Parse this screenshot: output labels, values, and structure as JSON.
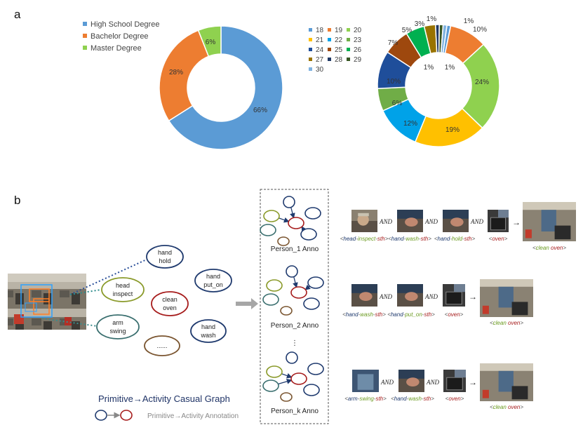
{
  "panel_a": {
    "letter": "a"
  },
  "panel_b": {
    "letter": "b"
  },
  "colors": {
    "high_school": "#5b9bd5",
    "bachelor": "#ed7d31",
    "master": "#8fd14f",
    "blue_node": "#1f3a6e",
    "red_node": "#a61c1c",
    "green_node": "#8a9a2a",
    "teal_node": "#3a6f6f",
    "brown_node": "#7a5530"
  },
  "chart_data": [
    {
      "type": "pie",
      "donut": true,
      "categories": [
        "High School Degree",
        "Bachelor Degree",
        "Master Degree"
      ],
      "values": [
        66,
        28,
        6
      ],
      "labels": [
        "66%",
        "28%",
        "6%"
      ],
      "colors": [
        "#5b9bd5",
        "#ed7d31",
        "#8fd14f"
      ],
      "legend": "top-left"
    },
    {
      "type": "pie",
      "donut": true,
      "categories": [
        "18",
        "19",
        "20",
        "21",
        "22",
        "23",
        "24",
        "25",
        "26",
        "27",
        "28",
        "29",
        "30"
      ],
      "values": [
        1,
        10,
        24,
        19,
        12,
        6,
        10,
        7,
        5,
        3,
        1,
        1,
        1
      ],
      "labels": [
        "1%",
        "10%",
        "24%",
        "19%",
        "12%",
        "6%",
        "10%",
        "7%",
        "5%",
        "3%",
        "1%",
        "1%",
        "1%"
      ],
      "colors": [
        "#5b9bd5",
        "#ed7d31",
        "#8fd14f",
        "#ffc000",
        "#00a2e8",
        "#70ad47",
        "#1f4e9a",
        "#9e480e",
        "#00b050",
        "#997300",
        "#203864",
        "#375623",
        "#7fb2e0"
      ],
      "legend": "left"
    }
  ],
  "graph": {
    "title": "Primitive→Activity Casual Graph",
    "annotation_label": "Primitive→Activity Annotation",
    "nodes": {
      "hand_hold": "hand\nhold",
      "head_inspect": "head\ninspect",
      "clean_oven": "clean\noven",
      "hand_put_on": "hand\nput_on",
      "arm_swing": "arm\nswing",
      "hand_wash": "hand\nwash",
      "ellipsis": "......"
    }
  },
  "annotations": {
    "person1": "Person_1 Anno",
    "person2": "Person_2 Anno",
    "personk": "Person_k Anno",
    "vdots": "⋮"
  },
  "sequences": {
    "and": "AND",
    "arrow": "→",
    "row1": {
      "c1": {
        "a": "<",
        "b": "head",
        "c": "-",
        "d": "inspect",
        "e": "-",
        "f": "sth",
        "g": ">"
      },
      "c2": {
        "a": "<",
        "b": "hand",
        "c": "-",
        "d": "wash",
        "e": "-",
        "f": "sth",
        "g": ">"
      },
      "c3": {
        "a": "<",
        "b": "hand",
        "c": "-",
        "d": "hold",
        "e": "-",
        "f": "sth",
        "g": ">"
      },
      "c4": {
        "a": "<",
        "b": "oven",
        "c": ">"
      },
      "result": {
        "a": "<",
        "b": "clean",
        "c": " ",
        "d": "oven",
        "e": ">"
      }
    },
    "row2": {
      "c1": {
        "a": "<",
        "b": "hand",
        "c": "-",
        "d": "wash",
        "e": "-",
        "f": "sth",
        "g": ">"
      },
      "c2": {
        "a": "<",
        "b": "hand",
        "c": "-",
        "d": "put_on",
        "e": "-",
        "f": "sth",
        "g": ">"
      },
      "c3": {
        "a": "<",
        "b": "oven",
        "c": ">"
      },
      "result": {
        "a": "<",
        "b": "clean",
        "c": " ",
        "d": "oven",
        "e": ">"
      }
    },
    "row3": {
      "c1": {
        "a": "<",
        "b": "arm",
        "c": "-",
        "d": "swing",
        "e": "-",
        "f": "sth",
        "g": ">"
      },
      "c2": {
        "a": "<",
        "b": "hand",
        "c": "-",
        "d": "wash",
        "e": "-",
        "f": "sth",
        "g": ">"
      },
      "c3": {
        "a": "<",
        "b": "oven",
        "c": ">"
      },
      "result": {
        "a": "<",
        "b": "clean",
        "c": " ",
        "d": "oven",
        "e": ">"
      }
    }
  }
}
